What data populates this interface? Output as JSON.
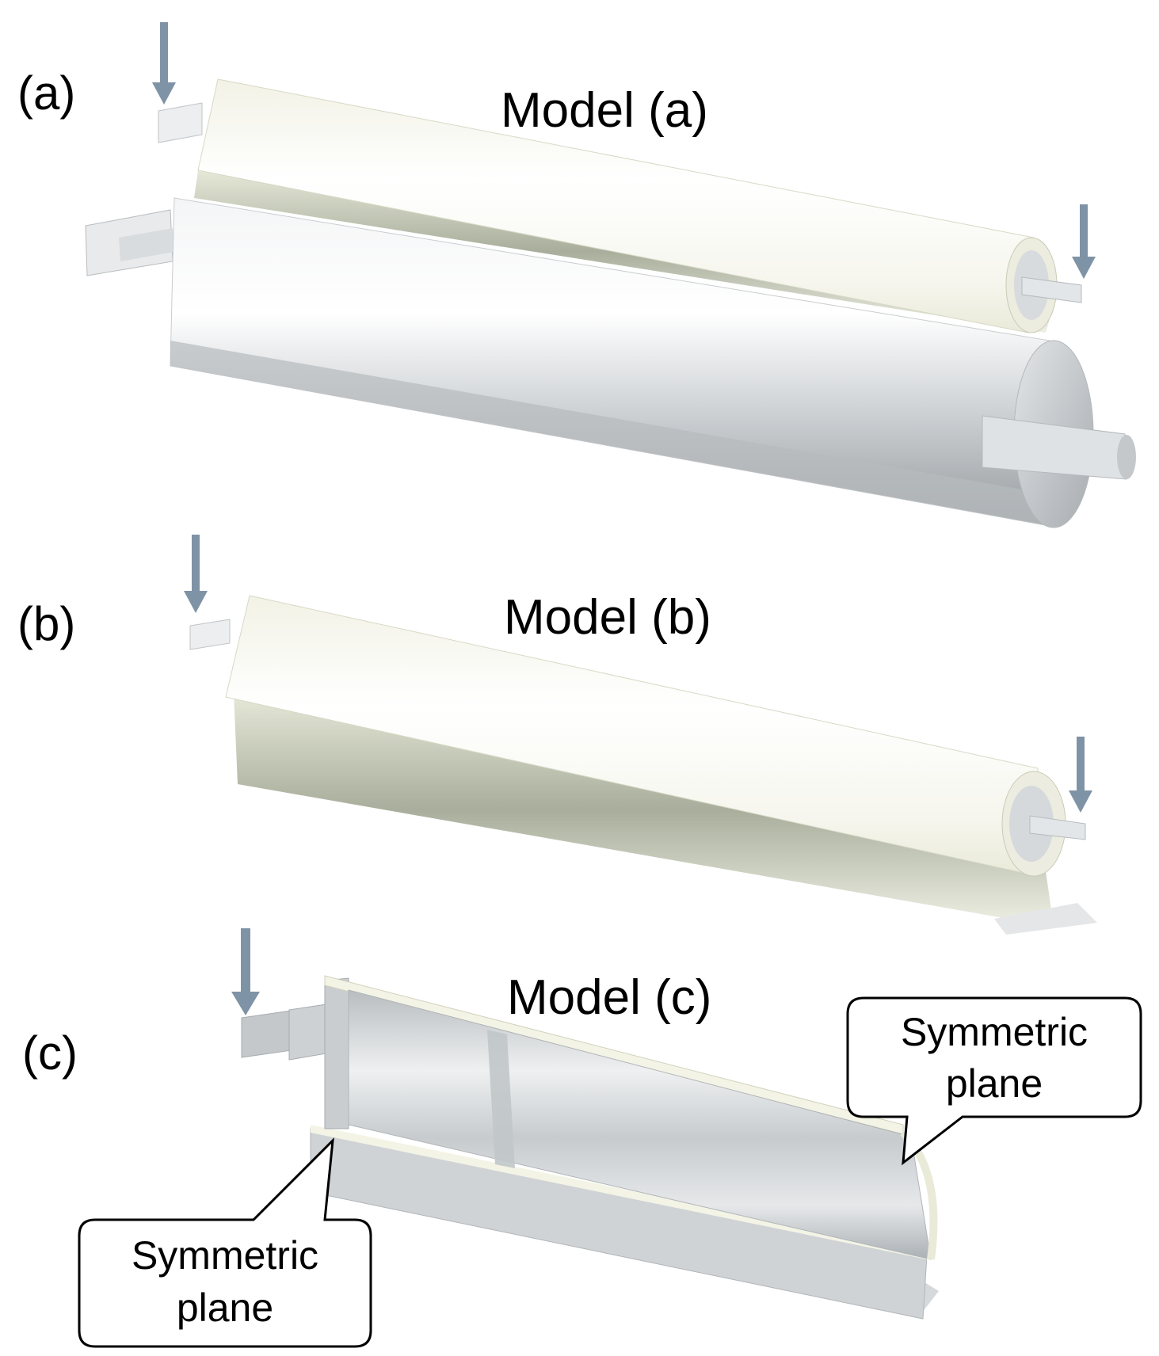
{
  "panels": [
    {
      "letter": "(a)",
      "title": "Model (a)"
    },
    {
      "letter": "(b)",
      "title": "Model (b)"
    },
    {
      "letter": "(c)",
      "title": "Model (c)"
    }
  ],
  "callouts": [
    {
      "line1": "Symmetric",
      "line2": "plane"
    },
    {
      "line1": "Symmetric",
      "line2": "plane"
    }
  ],
  "colors": {
    "arrow": "#7f93a6",
    "felt": "#d8dcc8",
    "steel": "#cfd3d6",
    "cover": "#fbfbf2"
  }
}
